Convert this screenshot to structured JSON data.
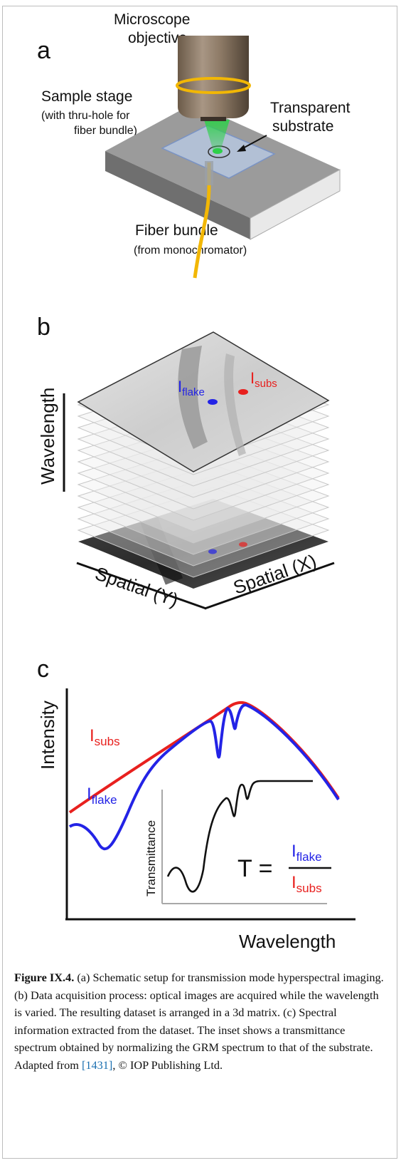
{
  "panel_a": {
    "label": "a",
    "objective_line1": "Microscope",
    "objective_line2": "objective",
    "stage_line1": "Sample stage",
    "stage_line2": "(with thru-hole for",
    "stage_line3": "fiber bundle)",
    "substrate_line1": "Transparent",
    "substrate_line2": "substrate",
    "fiber_line1": "Fiber bundle",
    "fiber_line2": "(from monochromator)"
  },
  "panel_b": {
    "label": "b",
    "axis_wavelength": "Wavelength",
    "axis_spatial_y": "Spatial (Y)",
    "axis_spatial_x": "Spatial (X)",
    "i_flake_main": "I",
    "i_flake_sub": "flake",
    "i_subs_main": "I",
    "i_subs_sub": "subs"
  },
  "panel_c": {
    "label": "c",
    "ylabel": "Intensity",
    "xlabel": "Wavelength",
    "subs_main": "I",
    "subs_sub": "subs",
    "flake_main": "I",
    "flake_sub": "flake",
    "inset_ylabel": "Transmittance",
    "eq_T": "T =",
    "eq_num_main": "I",
    "eq_num_sub": "flake",
    "eq_den_main": "I",
    "eq_den_sub": "subs"
  },
  "colors": {
    "red": "#e8201e",
    "blue": "#2323e6",
    "yellow": "#f2b705"
  },
  "caption": {
    "label": "Figure IX.4.",
    "text_before_ref": "(a) Schematic setup for transmission mode hyperspectral imaging. (b) Data acquisition process: optical images are acquired while the wavelength is varied. The resulting dataset is arranged in a 3d matrix. (c) Spectral information extracted from the dataset. The inset shows a transmittance spectrum obtained by normalizing the GRM spectrum to that of the substrate. Adapted from ",
    "ref": "[1431]",
    "text_after_ref": ", © IOP Publishing Ltd."
  }
}
